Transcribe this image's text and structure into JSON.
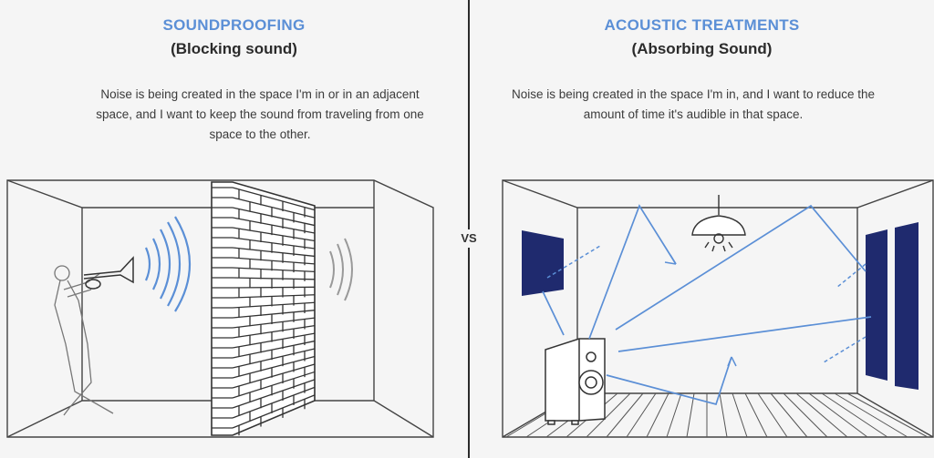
{
  "colors": {
    "accent": "#5b8fd6",
    "panel": "#1f2a6e",
    "line": "#444444"
  },
  "left": {
    "title": "SOUNDPROOFING",
    "subtitle": "(Blocking sound)",
    "description": "Noise is being created in the space I'm in or in an adjacent space, and I want to keep the sound from traveling from one space to the other."
  },
  "vs_label": "VS",
  "right": {
    "title": "ACOUSTIC TREATMENTS",
    "subtitle": "(Absorbing Sound)",
    "description": "Noise is being created in the space I'm in, and I want to reduce the amount of time it's audible in that space."
  }
}
